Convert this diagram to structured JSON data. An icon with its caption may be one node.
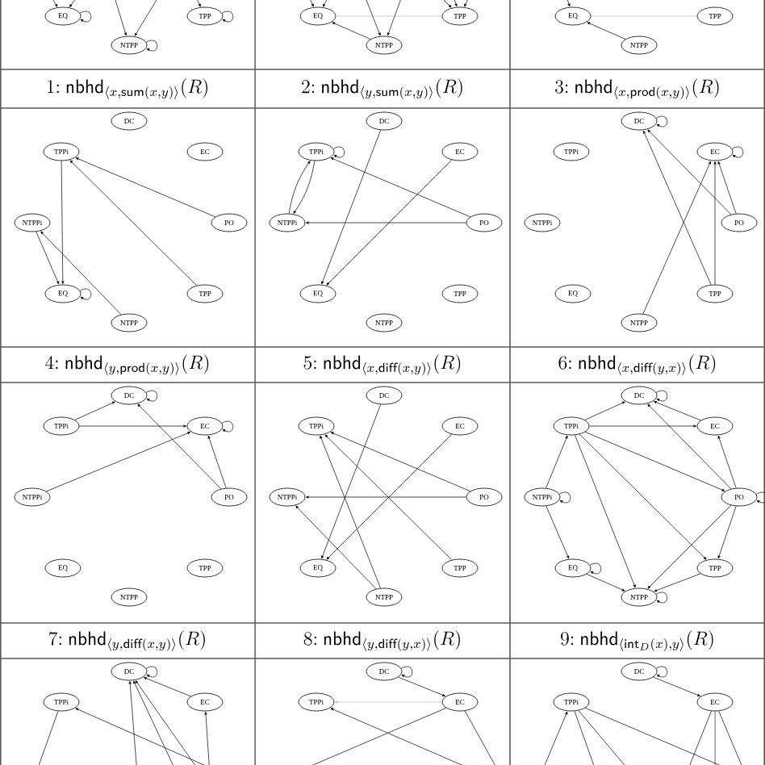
{
  "diagram": {
    "nodes": [
      {
        "text": [
          "EQ"
        ]
      },
      {
        "text": [
          "TPP"
        ]
      },
      {
        "text": [
          "NTPP"
        ]
      },
      {
        "text": [
          "EQ"
        ]
      },
      {
        "text": [
          "TPP"
        ]
      },
      {
        "text": [
          "NTPP"
        ]
      },
      {
        "text": [
          "EQ"
        ]
      },
      {
        "text": [
          "TPP"
        ]
      },
      {
        "text": [
          "NTPP"
        ]
      },
      {
        "text": [
          "DC"
        ]
      },
      {
        "text": [
          "TPPi"
        ]
      },
      {
        "text": [
          "EC"
        ]
      },
      {
        "text": [
          "NTPPi"
        ]
      },
      {
        "text": [
          "PO"
        ]
      },
      {
        "text": [
          "EQ"
        ]
      },
      {
        "text": [
          "TPP"
        ]
      },
      {
        "text": [
          "NTPP"
        ]
      },
      {
        "text": [
          "DC"
        ]
      },
      {
        "text": [
          "TPPi"
        ]
      },
      {
        "text": [
          "EC"
        ]
      },
      {
        "text": [
          "NTPPi"
        ]
      },
      {
        "text": [
          "PO"
        ]
      },
      {
        "text": [
          "EQ"
        ]
      },
      {
        "text": [
          "TPP"
        ]
      },
      {
        "text": [
          "NTPP"
        ]
      },
      {
        "text": [
          "DC"
        ]
      },
      {
        "text": [
          "TPPi"
        ]
      },
      {
        "text": [
          "EC"
        ]
      },
      {
        "text": [
          "NTPPi"
        ]
      },
      {
        "text": [
          "PO"
        ]
      },
      {
        "text": [
          "EQ"
        ]
      },
      {
        "text": [
          "TPP"
        ]
      },
      {
        "text": [
          "NTPP"
        ]
      },
      {
        "text": [
          "DC"
        ]
      },
      {
        "text": [
          "TPPi"
        ]
      },
      {
        "text": [
          "EC"
        ]
      },
      {
        "text": [
          "NTPPi"
        ]
      },
      {
        "text": [
          "PO"
        ]
      },
      {
        "text": [
          "EQ"
        ]
      },
      {
        "text": [
          "TPP"
        ]
      },
      {
        "text": [
          "NTPP"
        ]
      },
      {
        "text": [
          "DC"
        ]
      },
      {
        "text": [
          "TPPi"
        ]
      },
      {
        "text": [
          "EC"
        ]
      },
      {
        "text": [
          "NTPPi"
        ]
      },
      {
        "text": [
          "PO"
        ]
      },
      {
        "text": [
          "EQ"
        ]
      },
      {
        "text": [
          "TPP"
        ]
      },
      {
        "text": [
          "NTPP"
        ]
      },
      {
        "text": [
          "DC"
        ]
      },
      {
        "text": [
          "TPPi"
        ]
      },
      {
        "text": [
          "EC"
        ]
      },
      {
        "text": [
          "NTPPi"
        ]
      },
      {
        "text": [
          "PO"
        ]
      },
      {
        "text": [
          "EQ"
        ]
      },
      {
        "text": [
          "TPP"
        ]
      },
      {
        "text": [
          "NTPP"
        ]
      },
      {
        "text": [
          "DC"
        ]
      },
      {
        "text": [
          "TPPi"
        ]
      },
      {
        "text": [
          "EC"
        ]
      },
      {
        "text": [
          "DC"
        ]
      },
      {
        "text": [
          "TPPi"
        ]
      },
      {
        "text": [
          "EC"
        ]
      },
      {
        "text": [
          "DC"
        ]
      },
      {
        "text": [
          "TPPi"
        ]
      },
      {
        "text": [
          "EC"
        ]
      }
    ],
    "edges": [
      {
        "from": null,
        "to": 0,
        "arrow": "to"
      },
      {
        "from": null,
        "to": 0,
        "arrow": "to"
      },
      {
        "from": 0,
        "to": 0,
        "arrow": "to"
      },
      {
        "from": null,
        "to": 1,
        "arrow": "to"
      },
      {
        "from": 1,
        "to": 1,
        "arrow": "to"
      },
      {
        "from": null,
        "to": 2,
        "arrow": "to"
      },
      {
        "from": null,
        "to": 2,
        "arrow": "to"
      },
      {
        "from": 2,
        "to": 2,
        "arrow": "to"
      },
      {
        "from": null,
        "to": 3,
        "arrow": "to"
      },
      {
        "from": null,
        "to": 3,
        "arrow": "to"
      },
      {
        "from": 3,
        "to": 4,
        "arrow": "none",
        "color": "#bbbbbb"
      },
      {
        "from": 5,
        "to": 3,
        "arrow": "to"
      },
      {
        "from": null,
        "to": 4,
        "arrow": "to"
      },
      {
        "from": null,
        "to": 4,
        "arrow": "to"
      },
      {
        "from": null,
        "to": 4,
        "arrow": "to"
      },
      {
        "from": null,
        "to": 5,
        "arrow": "to"
      },
      {
        "from": null,
        "to": 5,
        "arrow": "to"
      },
      {
        "from": 6,
        "to": 7,
        "arrow": "none",
        "color": "#bbbbbb"
      },
      {
        "from": 8,
        "to": 6,
        "arrow": "to"
      },
      {
        "from": null,
        "to": 6,
        "arrow": "to"
      },
      {
        "from": 10,
        "to": 14,
        "arrow": "to"
      },
      {
        "from": 13,
        "to": 10,
        "arrow": "to"
      },
      {
        "from": 15,
        "to": 10,
        "arrow": "to"
      },
      {
        "from": 12,
        "to": 14,
        "arrow": "to"
      },
      {
        "from": 16,
        "to": 12,
        "arrow": "to"
      },
      {
        "from": 14,
        "to": 14,
        "arrow": "to"
      },
      {
        "from": 18,
        "to": 18,
        "arrow": "to"
      },
      {
        "from": 18,
        "to": 20,
        "arrow": "to"
      },
      {
        "from": 20,
        "to": 18,
        "arrow": "to"
      },
      {
        "from": 21,
        "to": 18,
        "arrow": "to"
      },
      {
        "from": 21,
        "to": 20,
        "arrow": "to"
      },
      {
        "from": 17,
        "to": 22,
        "arrow": "to"
      },
      {
        "from": 19,
        "to": 22,
        "arrow": "to"
      },
      {
        "from": 25,
        "to": 25,
        "arrow": "to"
      },
      {
        "from": 27,
        "to": 27,
        "arrow": "to"
      },
      {
        "from": 29,
        "to": 25,
        "arrow": "to"
      },
      {
        "from": 29,
        "to": 27,
        "arrow": "to"
      },
      {
        "from": 31,
        "to": 25,
        "arrow": "to"
      },
      {
        "from": 31,
        "to": 27,
        "arrow": "to"
      },
      {
        "from": 32,
        "to": 27,
        "arrow": "to"
      },
      {
        "from": 34,
        "to": 33,
        "arrow": "to"
      },
      {
        "from": 33,
        "to": 33,
        "arrow": "to"
      },
      {
        "from": 34,
        "to": 35,
        "arrow": "to"
      },
      {
        "from": 35,
        "to": 35,
        "arrow": "to"
      },
      {
        "from": 36,
        "to": 35,
        "arrow": "to"
      },
      {
        "from": 37,
        "to": 33,
        "arrow": "to"
      },
      {
        "from": 37,
        "to": 35,
        "arrow": "to"
      },
      {
        "from": 41,
        "to": 46,
        "arrow": "to"
      },
      {
        "from": 43,
        "to": 46,
        "arrow": "to"
      },
      {
        "from": 45,
        "to": 42,
        "arrow": "to"
      },
      {
        "from": 45,
        "to": 44,
        "arrow": "to"
      },
      {
        "from": 47,
        "to": 42,
        "arrow": "to"
      },
      {
        "from": 48,
        "to": 42,
        "arrow": "to"
      },
      {
        "from": 48,
        "to": 44,
        "arrow": "to"
      },
      {
        "from": 50,
        "to": 49,
        "arrow": "to"
      },
      {
        "from": 49,
        "to": 49,
        "arrow": "to"
      },
      {
        "from": 50,
        "to": 51,
        "arrow": "to"
      },
      {
        "from": 51,
        "to": 49,
        "arrow": "to"
      },
      {
        "from": 53,
        "to": 49,
        "arrow": "to"
      },
      {
        "from": 53,
        "to": 51,
        "arrow": "to"
      },
      {
        "from": 50,
        "to": 53,
        "arrow": "to"
      },
      {
        "from": 52,
        "to": 50,
        "arrow": "to"
      },
      {
        "from": 52,
        "to": 52,
        "arrow": "to"
      },
      {
        "from": 52,
        "to": 54,
        "arrow": "to"
      },
      {
        "from": 54,
        "to": 54,
        "arrow": "to"
      },
      {
        "from": 50,
        "to": 55,
        "arrow": "to"
      },
      {
        "from": 50,
        "to": 56,
        "arrow": "to"
      },
      {
        "from": 53,
        "to": 55,
        "arrow": "to"
      },
      {
        "from": 53,
        "to": 53,
        "arrow": "to"
      },
      {
        "from": 53,
        "to": 56,
        "arrow": "to"
      },
      {
        "from": 54,
        "to": 56,
        "arrow": "to"
      },
      {
        "from": 55,
        "to": 56,
        "arrow": "to"
      },
      {
        "from": 56,
        "to": 56,
        "arrow": "to"
      },
      {
        "from": 57,
        "to": 57,
        "arrow": "to"
      },
      {
        "from": 58,
        "to": null,
        "arrow": "none"
      },
      {
        "from": null,
        "to": 58,
        "arrow": "to"
      },
      {
        "from": 59,
        "to": 57,
        "arrow": "to"
      },
      {
        "from": null,
        "to": 57,
        "arrow": "to"
      },
      {
        "from": null,
        "to": 57,
        "arrow": "to"
      },
      {
        "from": null,
        "to": 57,
        "arrow": "to"
      },
      {
        "from": null,
        "to": 59,
        "arrow": "to"
      },
      {
        "from": 60,
        "to": 60,
        "arrow": "to"
      },
      {
        "from": 60,
        "to": 62,
        "arrow": "to"
      },
      {
        "from": 62,
        "to": 61,
        "arrow": "to",
        "color": "#bbbbbb"
      },
      {
        "from": 62,
        "to": null,
        "arrow": "none"
      },
      {
        "from": null,
        "to": 61,
        "arrow": "to"
      },
      {
        "from": 62,
        "to": null,
        "arrow": "none"
      },
      {
        "from": 63,
        "to": 63,
        "arrow": "to"
      },
      {
        "from": 63,
        "to": 65,
        "arrow": "to"
      },
      {
        "from": null,
        "to": 64,
        "arrow": "to"
      },
      {
        "from": 64,
        "to": null,
        "arrow": "none"
      },
      {
        "from": 64,
        "to": null,
        "arrow": "none"
      },
      {
        "from": 64,
        "to": null,
        "arrow": "none"
      },
      {
        "from": 65,
        "to": null,
        "arrow": "none"
      },
      {
        "from": 65,
        "to": null,
        "arrow": "none"
      },
      {
        "from": 65,
        "to": null,
        "arrow": "none"
      }
    ],
    "labels": [
      "1{:}\\ \\mathsf{nbhd}_{\\langle x,\\mathsf{sum}(x,y)\\rangle}(R)",
      "2{:}\\ \\mathsf{nbhd}_{\\langle y,\\mathsf{sum}(x,y)\\rangle}(R)",
      "3{:}\\ \\mathsf{nbhd}_{\\langle x,\\mathsf{prod}(x,y)\\rangle}(R)",
      "4{:}\\ \\mathsf{nbhd}_{\\langle y,\\mathsf{prod}(x,y)\\rangle}(R)",
      "5{:}\\ \\mathsf{nbhd}_{\\langle x,\\mathsf{diff}(x,y)\\rangle}(R)",
      "6{:}\\ \\mathsf{nbhd}_{\\langle x,\\mathsf{diff}(y,x)\\rangle}(R)",
      "7{:}\\ \\mathsf{nbhd}_{\\langle y,\\mathsf{diff}(x,y)\\rangle}(R)",
      "8{:}\\ \\mathsf{nbhd}_{\\langle y,\\mathsf{diff}(y,x)\\rangle}(R)",
      "9{:}\\ \\mathsf{nbhd}_{\\langle \\mathsf{int}_D(x),y\\rangle}(R)"
    ]
  }
}
